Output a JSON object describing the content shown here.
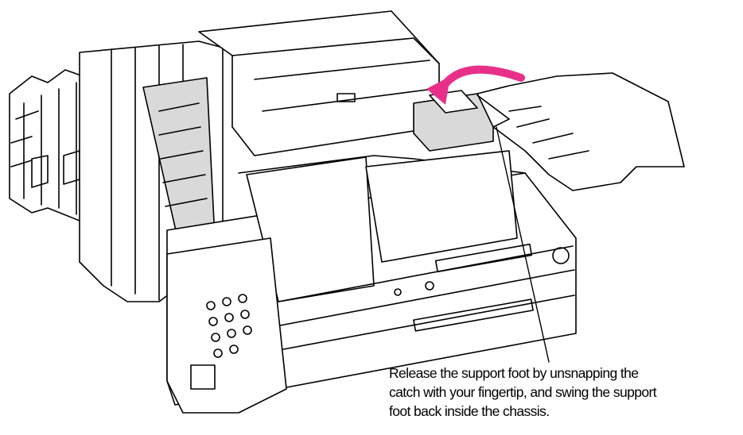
{
  "caption": {
    "lines": [
      "Release the support foot by unsnapping the",
      "catch with your fingertip, and swing the support",
      "foot back inside the chassis."
    ]
  },
  "colors": {
    "arrow": "#e8308a",
    "line": "#000000",
    "background": "#ffffff",
    "shade": "#d9d9d9"
  },
  "icons": {
    "hand": "hand-icon",
    "arrow": "curved-arrow-icon"
  }
}
